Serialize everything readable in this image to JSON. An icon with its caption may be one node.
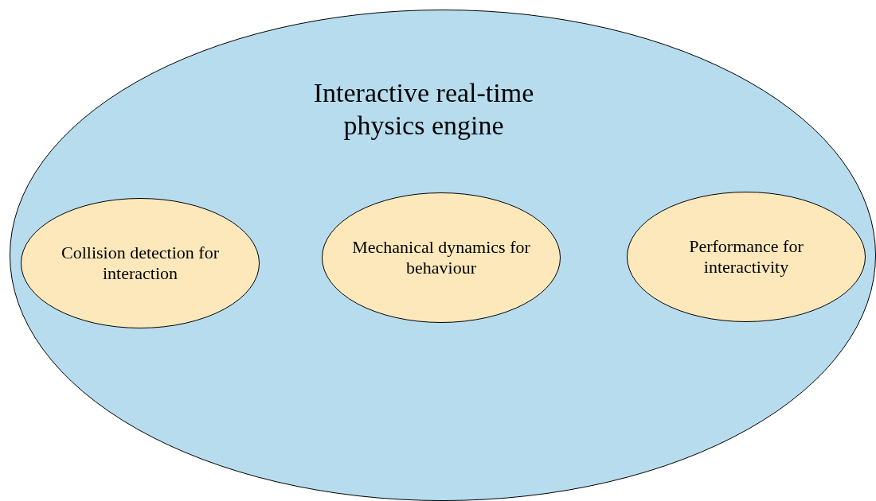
{
  "diagram": {
    "nodes": [
      {
        "text": [
          "Interactive real-time physics engine"
        ]
      },
      {
        "text": [
          "Collision detection for interaction"
        ],
        "in": 0
      },
      {
        "text": [
          "Mechanical dynamics for behaviour"
        ],
        "in": 0
      },
      {
        "text": [
          "Performance for interactivity"
        ],
        "in": 0
      }
    ],
    "edges": []
  }
}
